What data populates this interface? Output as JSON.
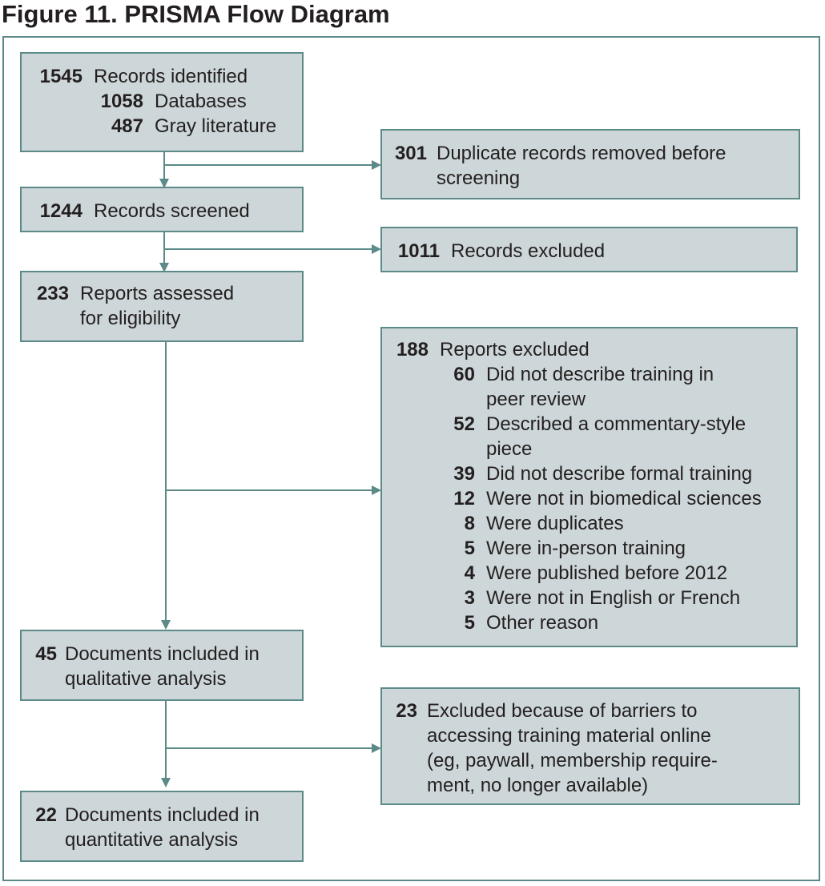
{
  "title": "Figure 11. PRISMA Flow Diagram",
  "colors": {
    "box_fill": "#cdd6d8",
    "border": "#5b8a88",
    "text": "#231f20"
  },
  "boxes": {
    "identified": {
      "count": "1545",
      "label": "Records identified",
      "sub": [
        {
          "count": "1058",
          "label": "Databases"
        },
        {
          "count": "487",
          "label": "Gray literature"
        }
      ]
    },
    "duplicates": {
      "count": "301",
      "label": "Duplicate records removed before",
      "label2": "screening"
    },
    "screened": {
      "count": "1244",
      "label": "Records screened"
    },
    "records_excluded": {
      "count": "1011",
      "label": "Records excluded"
    },
    "assessed": {
      "count": "233",
      "label": "Reports assessed",
      "label2": "for eligibility"
    },
    "reports_excluded": {
      "count": "188",
      "label": "Reports excluded",
      "reasons": [
        {
          "count": "60",
          "label": "Did not describe training in",
          "label2": "peer review"
        },
        {
          "count": "52",
          "label": "Described a commentary-style",
          "label2": "piece"
        },
        {
          "count": "39",
          "label": "Did not describe formal training"
        },
        {
          "count": "12",
          "label": "Were not in biomedical sciences"
        },
        {
          "count": "8",
          "label": "Were duplicates"
        },
        {
          "count": "5",
          "label": "Were in-person training"
        },
        {
          "count": "4",
          "label": "Were published before 2012"
        },
        {
          "count": "3",
          "label": "Were not in English or French"
        },
        {
          "count": "5",
          "label": "Other reason"
        }
      ]
    },
    "qualitative": {
      "count": "45",
      "label": "Documents included in",
      "label2": "qualitative analysis"
    },
    "barriers": {
      "count": "23",
      "label": "Excluded because of barriers to",
      "lines": [
        "accessing training material online",
        "(eg, paywall, membership require-",
        "ment, no longer available)"
      ]
    },
    "quantitative": {
      "count": "22",
      "label": "Documents included in",
      "label2": "quantitative analysis"
    }
  }
}
